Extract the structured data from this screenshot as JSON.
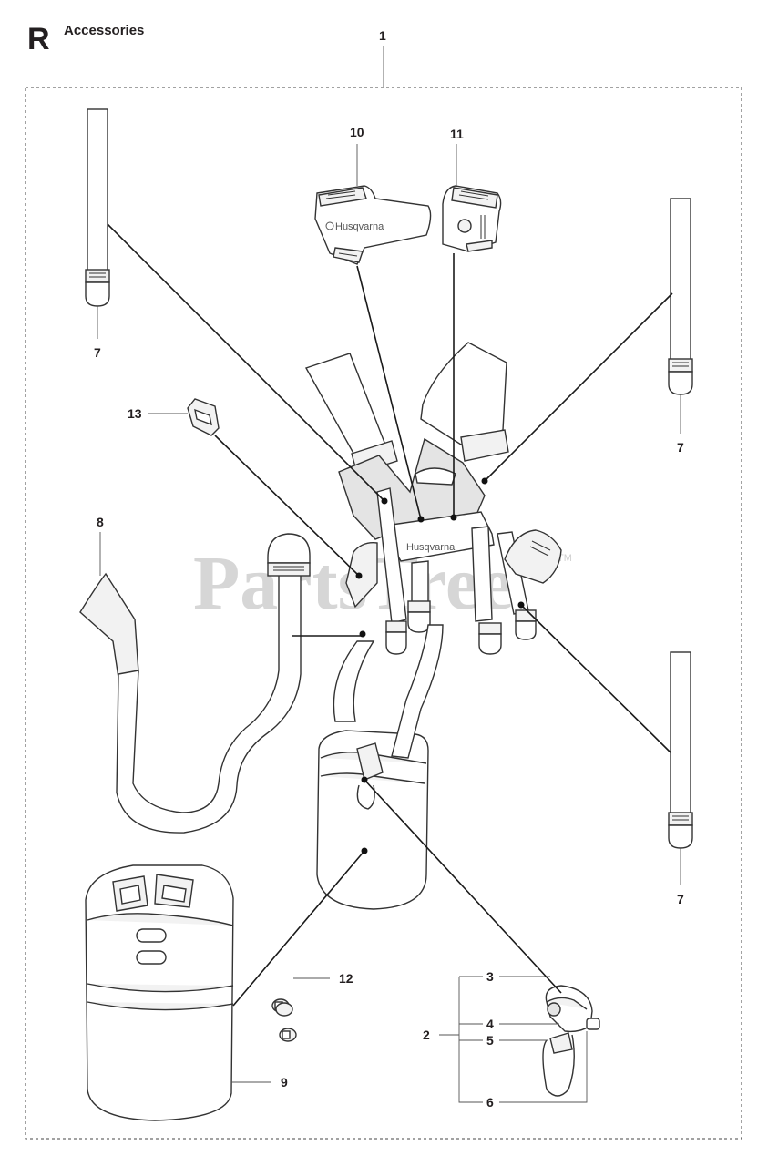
{
  "header": {
    "section_letter": "R",
    "section_title": "Accessories"
  },
  "watermark": {
    "text": "PartsTree",
    "trademark": "TM"
  },
  "brand_label": "Husqvarna",
  "callouts": {
    "c1": "1",
    "c2": "2",
    "c3": "3",
    "c4": "4",
    "c5": "5",
    "c6": "6",
    "c7": "7",
    "c8": "8",
    "c9": "9",
    "c10": "10",
    "c11": "11",
    "c12": "12",
    "c13": "13"
  }
}
